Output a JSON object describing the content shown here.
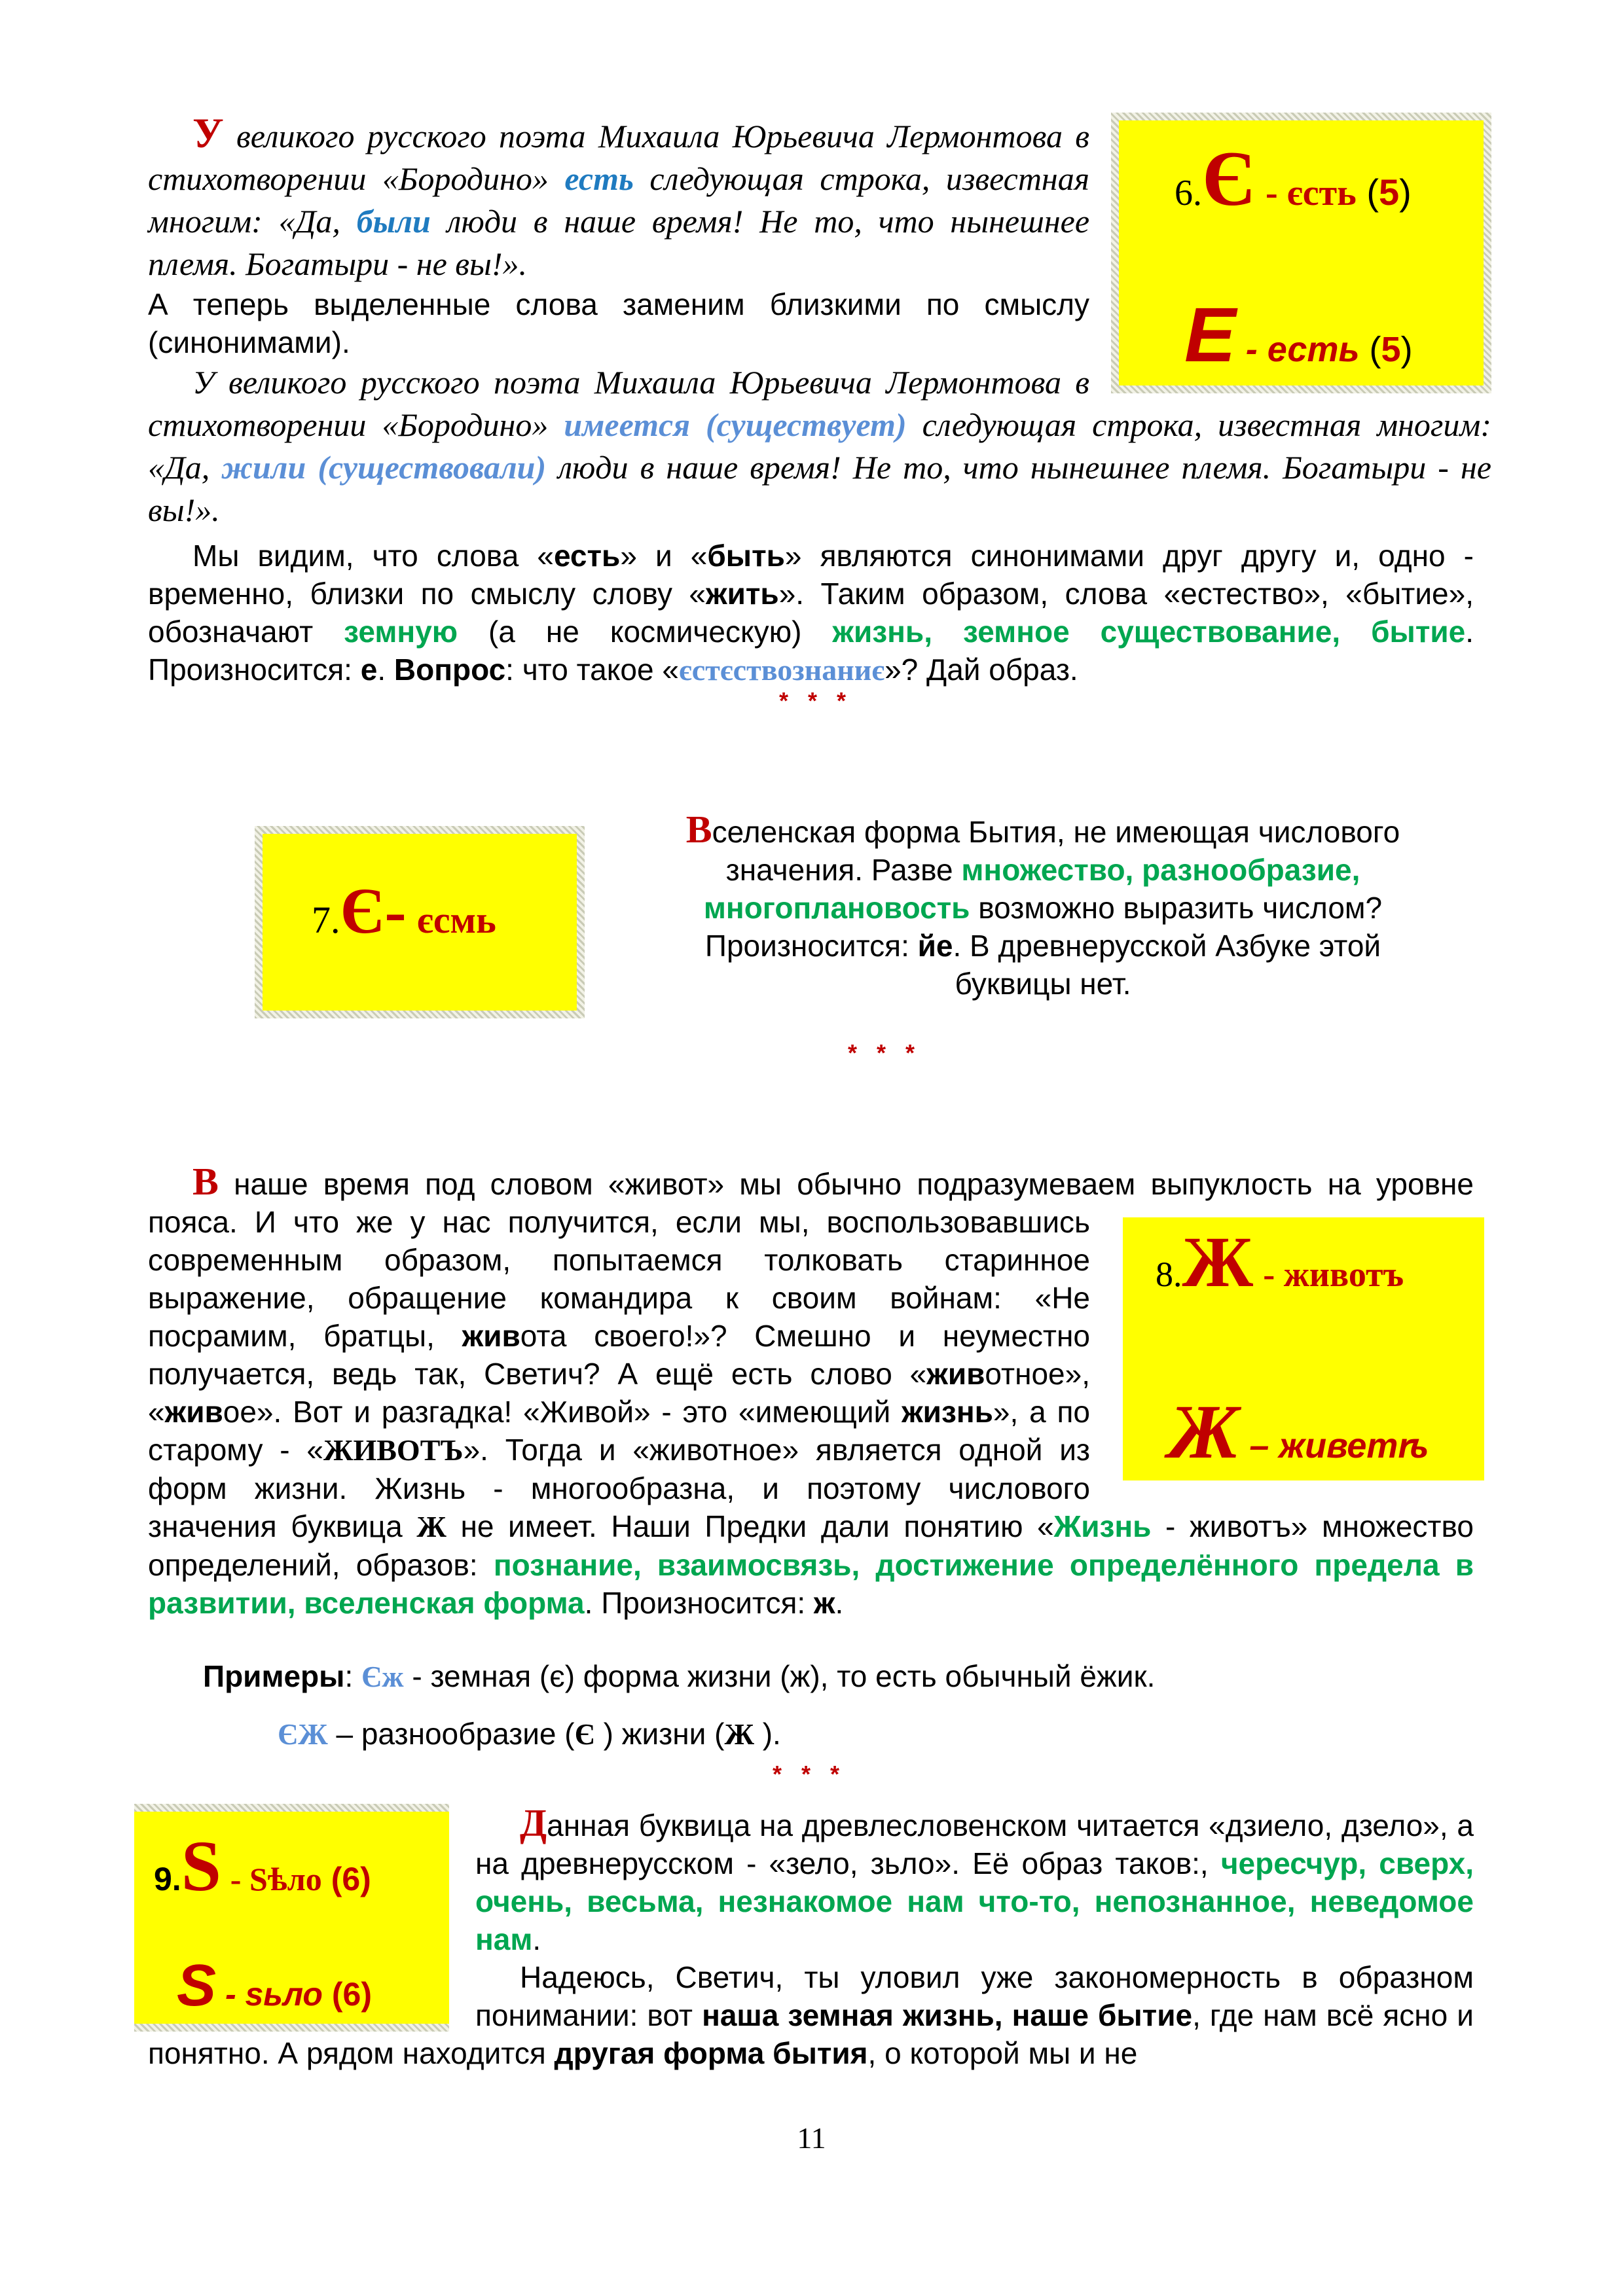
{
  "colors": {
    "red": "#c00000",
    "blue": "#1f7bc0",
    "light_blue": "#5b8fd6",
    "green": "#00a650",
    "yellow": "#ffff00"
  },
  "box6": {
    "num": "6.",
    "letter": "Є",
    "word": "- єсть",
    "open": "(",
    "value": "5",
    "close": ")",
    "letter2": "Е",
    "word2": "- есть"
  },
  "box7": {
    "num": "7.",
    "letter": "Є-",
    "word": "єсмь"
  },
  "box8": {
    "num": "8.",
    "letter": "Ж",
    "word": "- животъ",
    "letter2": "Ж",
    "word2": "– живетѣ"
  },
  "box9": {
    "num": "9.",
    "letter": "S",
    "word": "- Sѣло",
    "value": "(6)",
    "letter2": "S",
    "word2": "- sьло",
    "value2": "(6)"
  },
  "p1": [
    {
      "s": "r",
      "t": "У"
    },
    {
      "s": "n",
      "t": " великого русского поэта Михаила Юрьевича Лермонтова в стихотворении «Бородино» "
    },
    {
      "s": "bl",
      "t": "есть"
    },
    {
      "s": "n",
      "t": " следующая строка, известная многим: «Да, "
    },
    {
      "s": "bl",
      "t": "были"
    },
    {
      "s": "n",
      "t": " люди в наше время! Не то, что нынешнее племя. Богатыри - не вы!»."
    }
  ],
  "p2": [
    {
      "s": "n",
      "t": "А теперь выделенные слова заменим близкими по смыслу (синонимами)."
    }
  ],
  "p3": [
    {
      "s": "n",
      "t": "У великого русского поэта Михаила Юрьевича Лермонтова в стихотворении «Бородино» "
    },
    {
      "s": "lb",
      "t": "имеется"
    },
    {
      "s": "n",
      "t": " "
    },
    {
      "s": "lb",
      "t": "(существует)"
    },
    {
      "s": "n",
      "t": " следующая строка, известная многим: «Да, "
    },
    {
      "s": "lb",
      "t": "жили"
    },
    {
      "s": "n",
      "t": " "
    },
    {
      "s": "lb",
      "t": "(существовали)"
    },
    {
      "s": "n",
      "t": " люди в наше время! Не то, что нынешнее племя. Богатыри - не вы!»."
    }
  ],
  "p4": [
    {
      "s": "n",
      "t": "Мы видим, что слова «"
    },
    {
      "s": "b",
      "t": "есть"
    },
    {
      "s": "n",
      "t": "» и «"
    },
    {
      "s": "b",
      "t": "быть"
    },
    {
      "s": "n",
      "t": "» являются синонимами друг другу и, одно - временно, близки по смыслу слову «"
    },
    {
      "s": "b",
      "t": "жить"
    },
    {
      "s": "n",
      "t": "». Таким образом, слова «естество», «бытие», обозначают "
    },
    {
      "s": "g",
      "t": "земную"
    },
    {
      "s": "n",
      "t": " (а не космическую) "
    },
    {
      "s": "g",
      "t": "жизнь, земное существование, бытие"
    },
    {
      "s": "n",
      "t": ".        Произносится: "
    },
    {
      "s": "b",
      "t": "е"
    },
    {
      "s": "n",
      "t": ".   "
    },
    {
      "s": "b",
      "t": "Вопрос"
    },
    {
      "s": "n",
      "t": ": что такое «"
    },
    {
      "s": "slb",
      "t": "єстєствознаниє"
    },
    {
      "s": "n",
      "t": "»? Дай образ."
    }
  ],
  "stars": "* * *",
  "p5": [
    {
      "s": "r",
      "t": "В"
    },
    {
      "s": "n",
      "t": "селенская форма Бытия, не имеющая числового значения. Разве "
    },
    {
      "s": "g",
      "t": "множество, разнообразие, многоплановость"
    },
    {
      "s": "n",
      "t": " возможно выразить числом? Произносится: "
    },
    {
      "s": "b",
      "t": "йе"
    },
    {
      "s": "n",
      "t": ". В древнерусской Азбуке этой буквицы нет."
    }
  ],
  "p6": [
    {
      "s": "r",
      "t": "В"
    },
    {
      "s": "n",
      "t": "  наше  время  под словом «живот» мы обычно подразумеваем выпуклость на уровне пояса. И что же у нас получится, если мы, воспользовавшись современным образом, попытаемся толковать старинное выражение, обращение командира к своим войнам: «Не посрамим, братцы, "
    },
    {
      "s": "b",
      "t": "жив"
    },
    {
      "s": "n",
      "t": "ота своего!»? Смешно и неуместно получается, ведь так, Светич? А ещё есть слово «"
    },
    {
      "s": "b",
      "t": "жив"
    },
    {
      "s": "n",
      "t": "отное», «"
    },
    {
      "s": "b",
      "t": "жив"
    },
    {
      "s": "n",
      "t": "ое». Вот и разгадка! «Живой» - это «имеющий "
    },
    {
      "s": "b",
      "t": "жизнь"
    },
    {
      "s": "n",
      "t": "», а по старому - «"
    },
    {
      "s": "sl",
      "t": "ЖИВОТЪ"
    },
    {
      "s": "n",
      "t": "». Тогда и «животное» является одной из форм жизни. Жизнь - многообразна, и поэтому числового значения буквица "
    },
    {
      "s": "sl",
      "t": "Ж"
    },
    {
      "s": "n",
      "t": " не имеет. Наши Предки дали понятию «"
    },
    {
      "s": "g",
      "t": "Жизнь"
    },
    {
      "s": "n",
      "t": " - животъ» множество определений, образов: "
    },
    {
      "s": "g",
      "t": "познание, взаимосвязь, достижение определённого предела в развитии, вселенская форма"
    },
    {
      "s": "n",
      "t": ".  Произносится: "
    },
    {
      "s": "b",
      "t": "ж"
    },
    {
      "s": "n",
      "t": "."
    }
  ],
  "p7": [
    {
      "s": "b",
      "t": "Примеры"
    },
    {
      "s": "n",
      "t": ": "
    },
    {
      "s": "slb",
      "t": "Єж"
    },
    {
      "s": "n",
      "t": " - земная (є) форма жизни (ж), то есть обычный ёжик."
    }
  ],
  "p8": [
    {
      "s": "slb",
      "t": "ЄЖ"
    },
    {
      "s": "n",
      "t": " – разнообразие ("
    },
    {
      "s": "sl",
      "t": "Є"
    },
    {
      "s": "n",
      "t": " ) жизни ("
    },
    {
      "s": "sl",
      "t": "Ж"
    },
    {
      "s": "n",
      "t": " )."
    }
  ],
  "p9": [
    {
      "s": "r",
      "t": "Д"
    },
    {
      "s": "n",
      "t": "анная буквица на древлесловенском читается «дзиело, дзело», а на древнерусском - «зело, зьло». Её образ таков:, "
    },
    {
      "s": "g",
      "t": "чересчур, сверх, очень, весьма, незнакомое нам что-то, непознанное, неведомое нам"
    },
    {
      "s": "n",
      "t": "."
    }
  ],
  "p10": [
    {
      "s": "n",
      "t": "Надеюсь, Светич, ты уловил уже закономерность в образном понимании: вот "
    },
    {
      "s": "b",
      "t": "наша земная жизнь, наше бытие"
    },
    {
      "s": "n",
      "t": ", где нам всё ясно и понятно. А рядом находится "
    },
    {
      "s": "b",
      "t": "другая форма бытия"
    },
    {
      "s": "n",
      "t": ", о которой мы и не"
    }
  ],
  "page_number": "11"
}
